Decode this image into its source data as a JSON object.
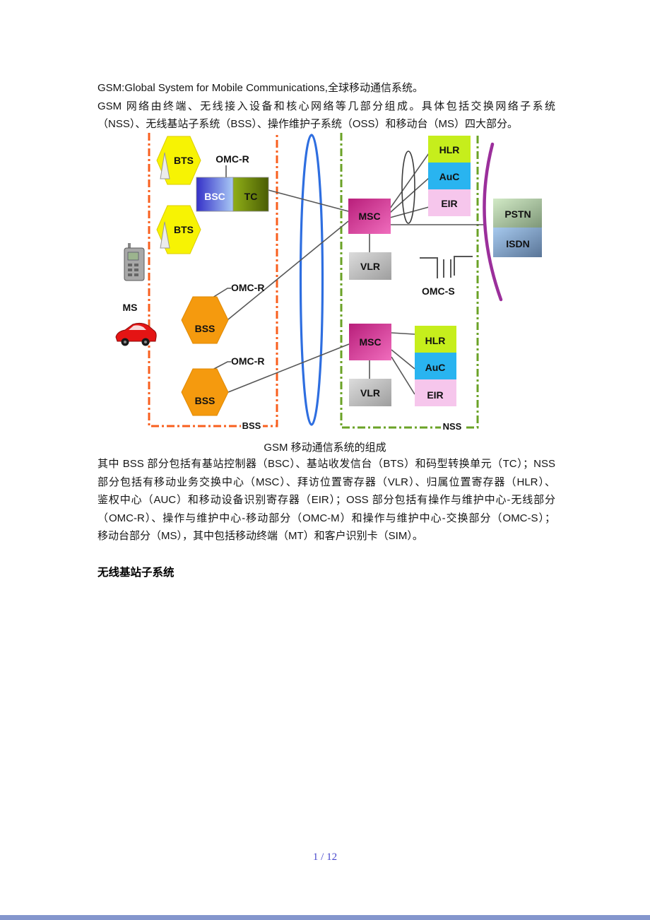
{
  "page": {
    "intro_lines": [
      "GSM:Global System for Mobile Communications,全球移动通信系统。",
      "GSM 网络由终端、无线接入设备和核心网络等几部分组成。具体包括交换网络子系统",
      "（NSS）、无线基站子系统（BSS）、操作维护子系统（OSS）和移动台（MS）四大部分。"
    ],
    "caption": "GSM 移动通信系统的组成",
    "body_lines": [
      "其中 BSS 部分包括有基站控制器（BSC）、基站收发信台（BTS）和码型转换单元（TC）；NSS",
      "部分包括有移动业务交换中心（MSC）、拜访位置寄存器（VLR）、归属位置寄存器（HLR）、",
      "鉴权中心（AUC）和移动设备识别寄存器（EIR）；OSS 部分包括有操作与维护中心-无线部分",
      "（OMC-R）、操作与维护中心-移动部分（OMC-M）和操作与维护中心-交换部分（OMC-S）；",
      "移动台部分（MS），其中包括移动终端（MT）和客户识别卡（SIM）。"
    ],
    "section_heading": "无线基站子系统",
    "page_number": "1 / 12"
  },
  "diagram": {
    "bts_top": "BTS",
    "bts_bottom": "BTS",
    "omc_r_top": "OMC-R",
    "omc_r_mid": "OMC-R",
    "omc_r_bot": "OMC-R",
    "bsc": "BSC",
    "tc": "TC",
    "msc_top": "MSC",
    "vlr_top": "VLR",
    "hlr_top": "HLR",
    "auc_top": "AuC",
    "eir_top": "EIR",
    "omc_s": "OMC-S",
    "pstn": "PSTN",
    "isdn": "ISDN",
    "ms": "MS",
    "bss_hex_top": "BSS",
    "bss_hex_bottom": "BSS",
    "msc_bottom": "MSC",
    "vlr_bottom": "VLR",
    "hlr_bottom": "HLR",
    "auc_bottom": "AuC",
    "eir_bottom": "EIR",
    "bss_region": "BSS",
    "nss_region": "NSS",
    "colors": {
      "bts_fill": "#f7f303",
      "bss_fill": "#f59a0e",
      "msc_gradient": [
        "#b81e7a",
        "#f06dbd"
      ],
      "vlr_gradient": [
        "#dcdcdc",
        "#9e9e9e"
      ],
      "bsc_gradient": [
        "#3430c8",
        "#a9c9f5"
      ],
      "tc_gradient": [
        "#8fae17",
        "#4a5d04"
      ],
      "hlr_fill": "#c6ee1c",
      "auc_fill": "#29b4f0",
      "eir_fill": "#f6c6ec",
      "pstn_gradient": [
        "#d2eac6",
        "#7e9778"
      ],
      "isdn_gradient": [
        "#a6c9ee",
        "#5a7597"
      ],
      "bss_border": "#f85f1e",
      "nss_border": "#6aa226",
      "transit_ellipse": "#2e6ee0",
      "pstn_arc": "#9b2f9b",
      "connector": "#575757",
      "page_number": "#4646cc"
    }
  }
}
